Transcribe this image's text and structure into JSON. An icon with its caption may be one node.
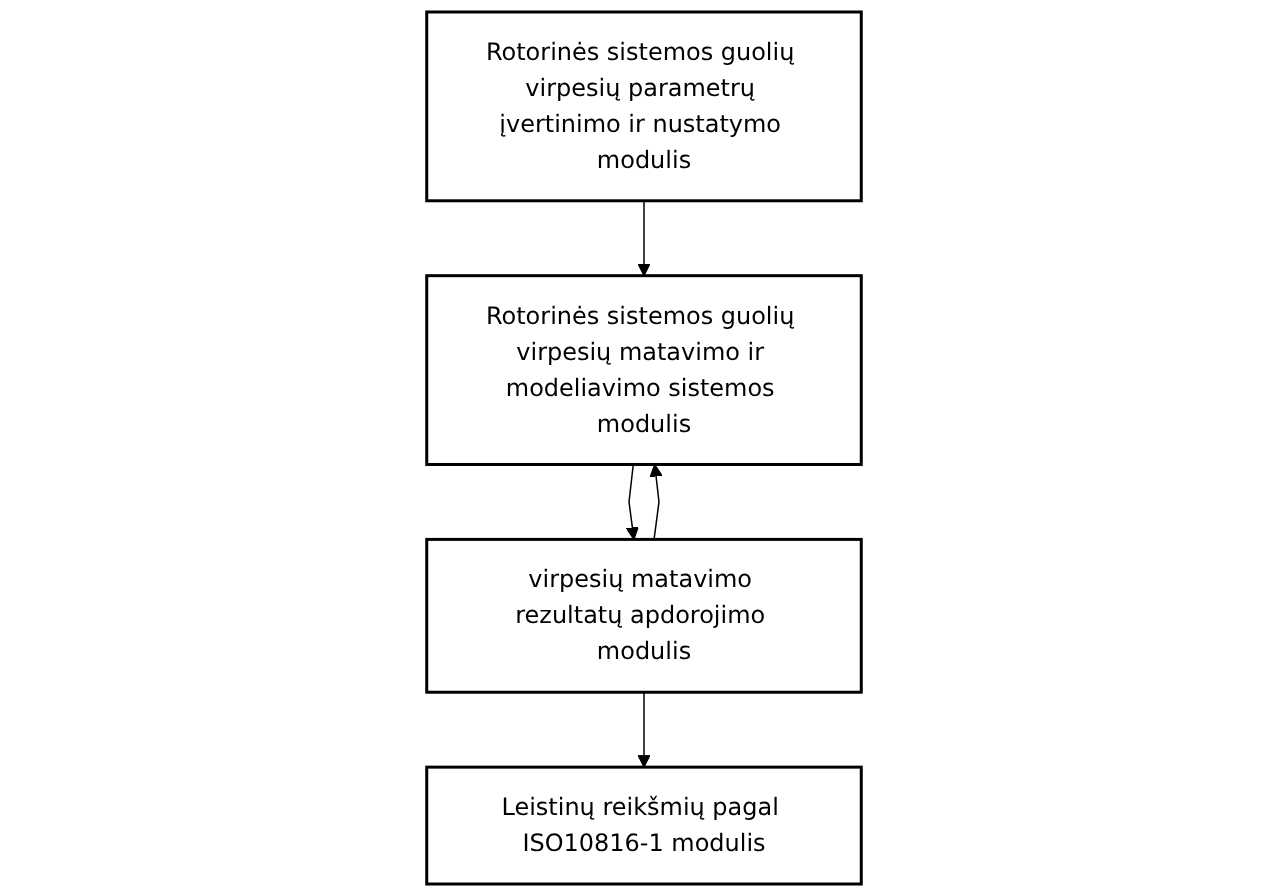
{
  "diagram": {
    "nodes": [
      {
        "text": [
          "Rotorinės sistemos guolių virpesių parametrų įvertinimo ir nustatymo modulis"
        ]
      },
      {
        "text": [
          "Rotorinės sistemos guolių virpesių matavimo ir modeliavimo sistemos modulis"
        ]
      },
      {
        "text": [
          "virpesių matavimo rezultatų apdorojimo modulis"
        ]
      },
      {
        "text": [
          "Leistinų reikšmių pagal ISO10816-1 modulis"
        ]
      }
    ],
    "edges": [
      {
        "from": 0,
        "to": 1,
        "arrow": "to"
      },
      {
        "from": 1,
        "to": 2,
        "arrow": "to"
      },
      {
        "from": 2,
        "to": 1,
        "arrow": "to"
      },
      {
        "from": 2,
        "to": 3,
        "arrow": "to"
      }
    ]
  }
}
